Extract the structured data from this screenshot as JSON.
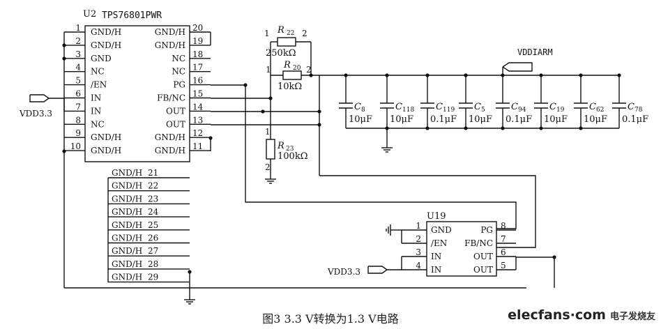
{
  "u2": {
    "ref": "U2",
    "part": "TPS76801PWR",
    "left_pins": [
      {
        "num": "1",
        "name": "GND/H"
      },
      {
        "num": "2",
        "name": "GND/H"
      },
      {
        "num": "3",
        "name": "GND"
      },
      {
        "num": "4",
        "name": "NC"
      },
      {
        "num": "5",
        "name": "/EN"
      },
      {
        "num": "6",
        "name": "IN"
      },
      {
        "num": "7",
        "name": "IN"
      },
      {
        "num": "8",
        "name": "NC"
      },
      {
        "num": "9",
        "name": "GND/H"
      },
      {
        "num": "10",
        "name": "GND/H"
      }
    ],
    "right_pins": [
      {
        "num": "20",
        "name": "GND/H"
      },
      {
        "num": "19",
        "name": "GND/H"
      },
      {
        "num": "18",
        "name": "NC"
      },
      {
        "num": "17",
        "name": "NC"
      },
      {
        "num": "16",
        "name": "PG"
      },
      {
        "num": "15",
        "name": "FB/NC"
      },
      {
        "num": "14",
        "name": "OUT"
      },
      {
        "num": "13",
        "name": "OUT"
      },
      {
        "num": "12",
        "name": "GND/H"
      },
      {
        "num": "11",
        "name": "GND/H"
      }
    ],
    "heat_pins": [
      {
        "num": "21",
        "name": "GND/H"
      },
      {
        "num": "22",
        "name": "GND/H"
      },
      {
        "num": "23",
        "name": "GND/H"
      },
      {
        "num": "24",
        "name": "GND/H"
      },
      {
        "num": "25",
        "name": "GND/H"
      },
      {
        "num": "26",
        "name": "GND/H"
      },
      {
        "num": "27",
        "name": "GND/H"
      },
      {
        "num": "28",
        "name": "GND/H"
      },
      {
        "num": "29",
        "name": "GND/H"
      }
    ]
  },
  "u19": {
    "ref": "U19",
    "left_pins": [
      {
        "num": "1",
        "name": "GND"
      },
      {
        "num": "2",
        "name": "/EN"
      },
      {
        "num": "3",
        "name": "IN"
      },
      {
        "num": "4",
        "name": "IN"
      }
    ],
    "right_pins": [
      {
        "num": "8",
        "name": "PG"
      },
      {
        "num": "7",
        "name": "FB/NC"
      },
      {
        "num": "6",
        "name": "OUT"
      },
      {
        "num": "5",
        "name": "OUT"
      }
    ]
  },
  "resistors": [
    {
      "ref": "R",
      "sub": "22",
      "value": "250kΩ",
      "pin1": "1",
      "pin2": "2"
    },
    {
      "ref": "R",
      "sub": "20",
      "value": "10kΩ",
      "pin1": "1",
      "pin2": "2"
    },
    {
      "ref": "R",
      "sub": "23",
      "value": "100kΩ",
      "pin1": "1",
      "pin2": "2"
    }
  ],
  "capacitors": [
    {
      "ref": "C",
      "sub": "8",
      "value": "10μF"
    },
    {
      "ref": "C",
      "sub": "118",
      "value": "10μF"
    },
    {
      "ref": "C",
      "sub": "119",
      "value": "0.1μF"
    },
    {
      "ref": "C",
      "sub": "5",
      "value": "10μF"
    },
    {
      "ref": "C",
      "sub": "94",
      "value": "0.1μF"
    },
    {
      "ref": "C",
      "sub": "19",
      "value": "10μF"
    },
    {
      "ref": "C",
      "sub": "62",
      "value": "10μF"
    },
    {
      "ref": "C",
      "sub": "78",
      "value": "0.1μF"
    }
  ],
  "ports": {
    "vdd_u2": "VDD3.3",
    "vdd_u19": "VDD3.3",
    "vddiarm": "VDDIARM"
  },
  "caption": "图3   3.3 V转换为1.3 V电路",
  "watermark": {
    "brand": "elecfans·com",
    "tag": "电子发烧友"
  }
}
